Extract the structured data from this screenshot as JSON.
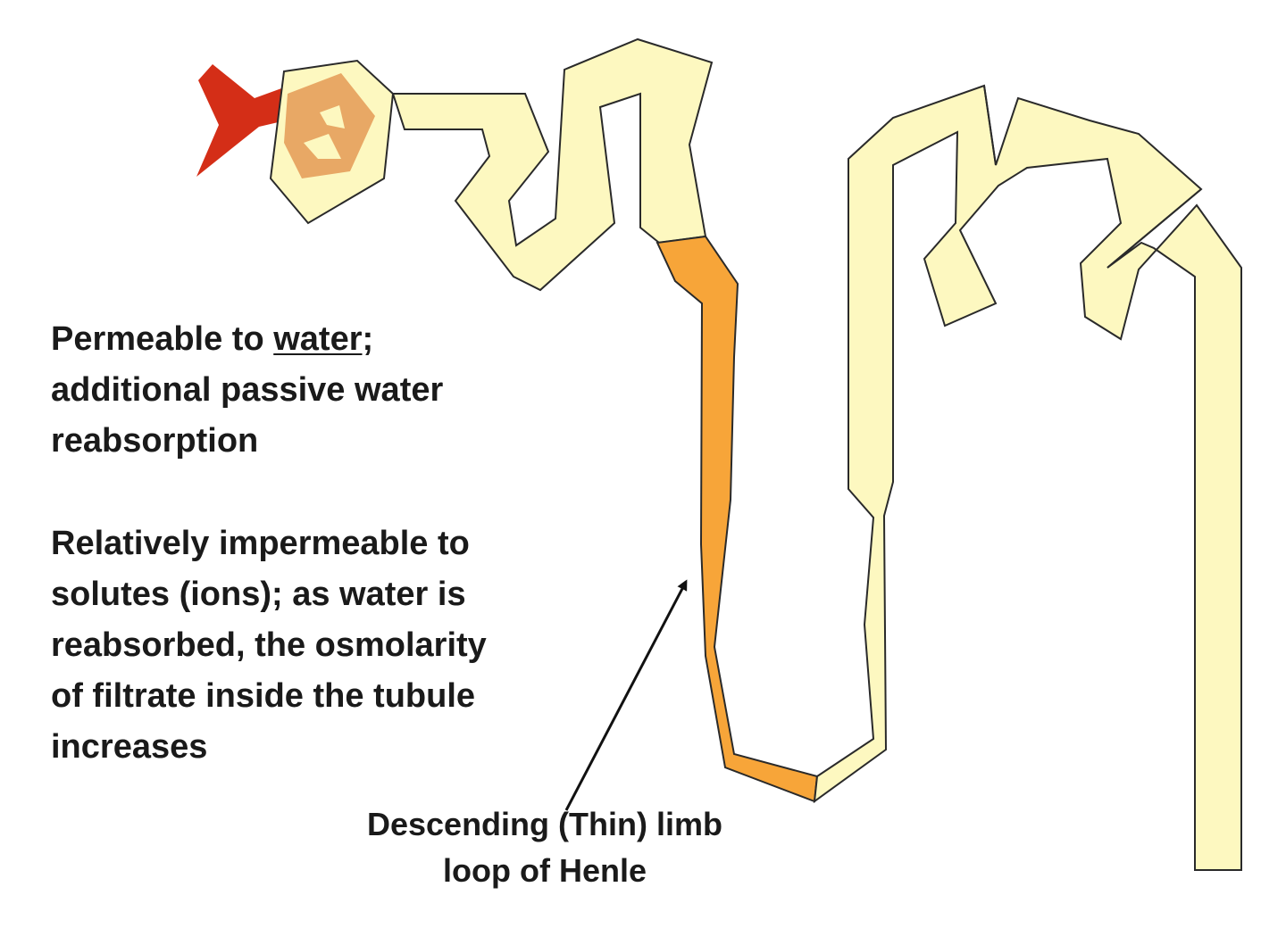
{
  "water_text": {
    "line1_prefix": "Permeable to ",
    "line1_underlined": "water",
    "line1_suffix": ";",
    "line2": "additional passive water",
    "line3": "reabsorption"
  },
  "solutes_text": {
    "lines": [
      "Relatively impermeable to",
      "solutes (ions); as water is",
      "reabsorbed, the osmolarity",
      "of filtrate inside the tubule",
      "increases"
    ]
  },
  "callout": {
    "line1": "Descending (Thin) limb",
    "line2": "loop of Henle"
  },
  "colors": {
    "tubule": "#fdf8c0",
    "highlight": "#f7a539",
    "vessel": "#d42e17",
    "glomerulus": "#e8a865",
    "outline": "#2a2a2a"
  }
}
